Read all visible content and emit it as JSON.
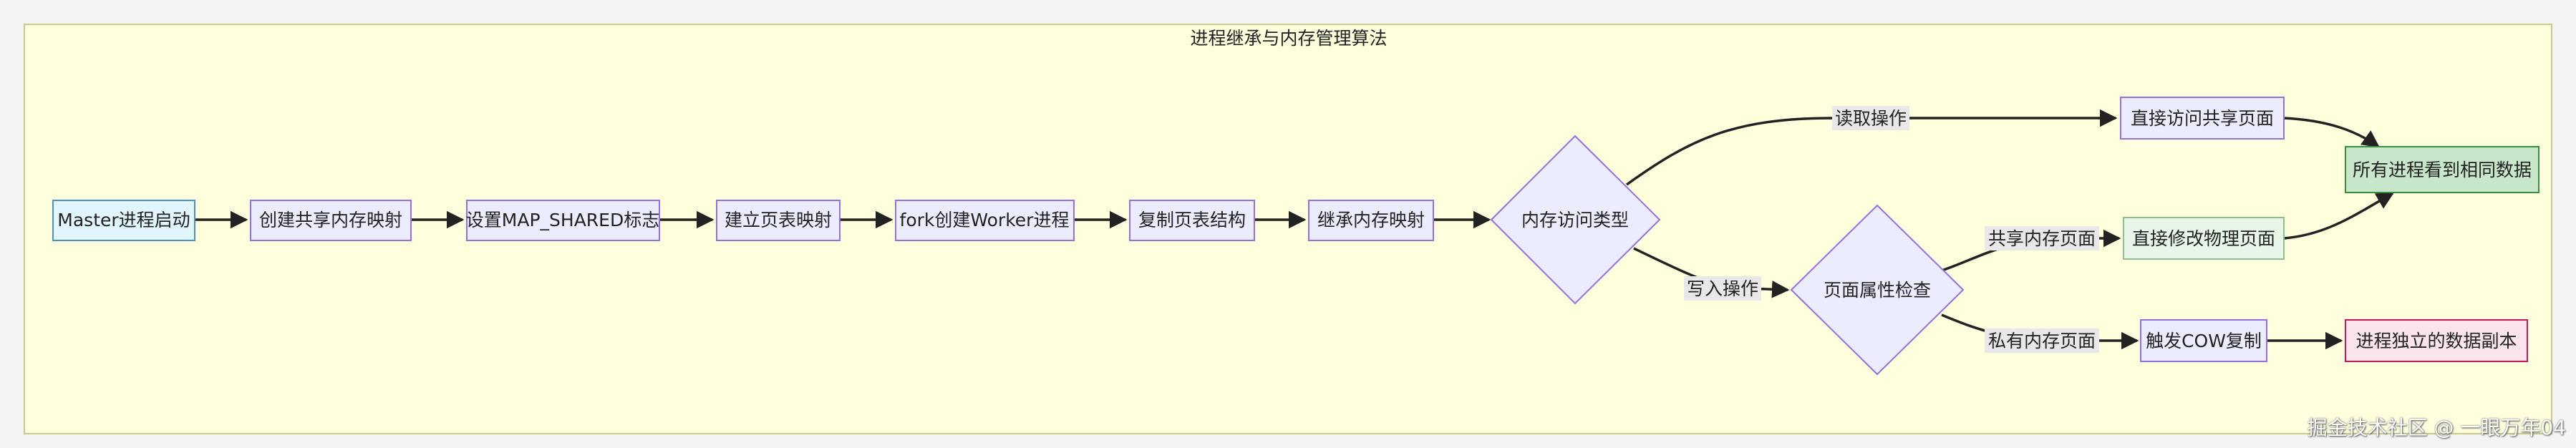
{
  "title": "进程继承与内存管理算法",
  "watermark": "掘金技术社区 @ 一眼万年04",
  "colors": {
    "subgraph_fill": "#ffffde",
    "subgraph_stroke": "#c9c98a",
    "node_fill": "#ececff",
    "node_stroke": "#9370db",
    "start_fill": "#e1f5fe",
    "start_stroke": "#4a90c2",
    "shared_fill": "#e8f5e9",
    "shared_stroke": "#8fbf8f",
    "result_fill": "#c8e6c9",
    "result_stroke": "#388e3c",
    "private_fill": "#fce4ec",
    "private_stroke": "#c2185b",
    "edge_label_bg": "#e8e8e8"
  },
  "nodes": {
    "start": "Master进程启动",
    "create_shm": "创建共享内存映射",
    "set_flag": "设置MAP_SHARED标志",
    "build_pt": "建立页表映射",
    "fork": "fork创建Worker进程",
    "copy_pt": "复制页表结构",
    "inherit": "继承内存映射",
    "access_type": "内存访问类型",
    "page_check": "页面属性检查",
    "direct_read": "直接访问共享页面",
    "direct_write": "直接修改物理页面",
    "cow": "触发COW复制",
    "same_data": "所有进程看到相同数据",
    "private_copy": "进程独立的数据副本"
  },
  "edges": {
    "read_op": "读取操作",
    "write_op": "写入操作",
    "shared_page": "共享内存页面",
    "private_page": "私有内存页面"
  }
}
